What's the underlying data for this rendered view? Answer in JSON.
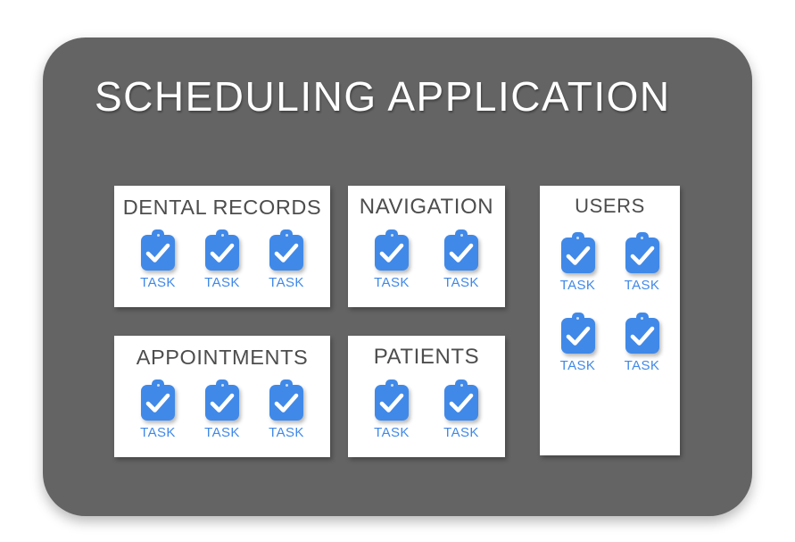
{
  "app": {
    "title": "SCHEDULING APPLICATION",
    "panel_color": "#646464",
    "accent_color": "#4089e8",
    "card_background": "#ffffff",
    "card_title_color": "#4d4d4d",
    "title_color": "#ffffff"
  },
  "task_icon": {
    "name": "clipboard-check-icon",
    "label": "TASK"
  },
  "cards": [
    {
      "id": "dental-records",
      "title": "DENTAL RECORDS",
      "task_count": 3,
      "tasks": [
        {
          "label": "TASK"
        },
        {
          "label": "TASK"
        },
        {
          "label": "TASK"
        }
      ]
    },
    {
      "id": "navigation",
      "title": "NAVIGATION",
      "task_count": 2,
      "tasks": [
        {
          "label": "TASK"
        },
        {
          "label": "TASK"
        }
      ]
    },
    {
      "id": "appointments",
      "title": "APPOINTMENTS",
      "task_count": 3,
      "tasks": [
        {
          "label": "TASK"
        },
        {
          "label": "TASK"
        },
        {
          "label": "TASK"
        }
      ]
    },
    {
      "id": "patients",
      "title": "PATIENTS",
      "task_count": 2,
      "tasks": [
        {
          "label": "TASK"
        },
        {
          "label": "TASK"
        }
      ]
    },
    {
      "id": "users",
      "title": "USERS",
      "task_count": 4,
      "tasks": [
        {
          "label": "TASK"
        },
        {
          "label": "TASK"
        },
        {
          "label": "TASK"
        },
        {
          "label": "TASK"
        }
      ]
    }
  ]
}
